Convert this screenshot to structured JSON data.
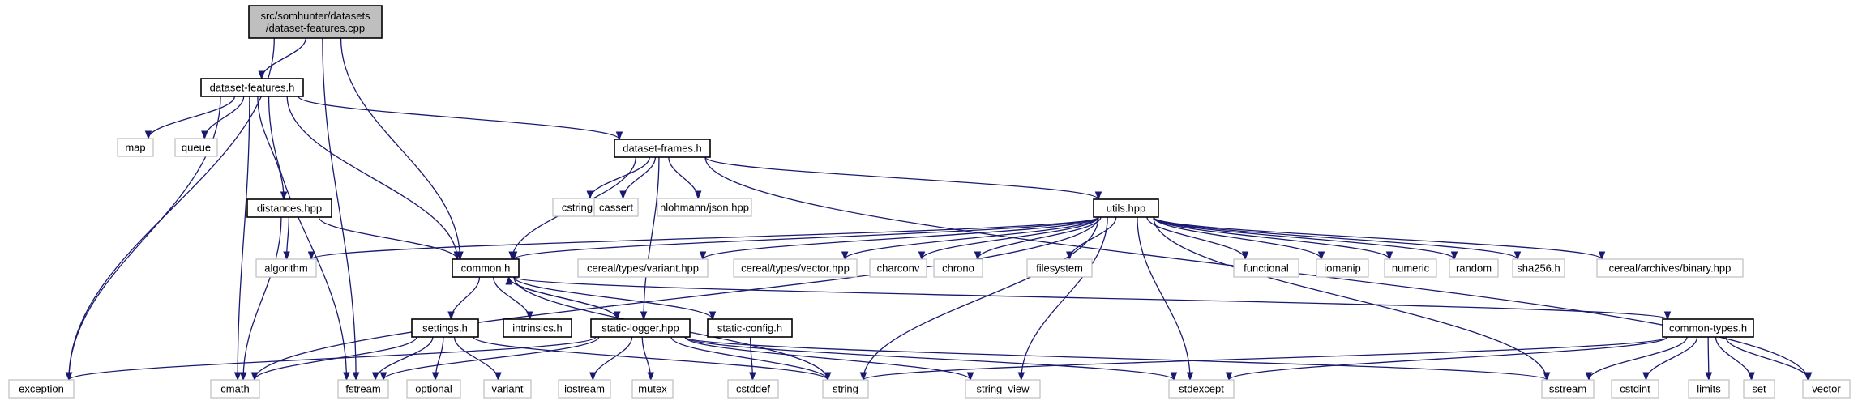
{
  "graph": {
    "colors": {
      "edge": "#191970",
      "root_fill": "#bfbfbf",
      "project_header_border": "#000000",
      "external_header_border": "#bfbfbf"
    },
    "nodes": [
      {
        "id": "root",
        "lines": [
          "src/somhunter/datasets",
          "/dataset-features.cpp"
        ],
        "kind": "root"
      },
      {
        "id": "dataset_features_h",
        "lines": [
          "dataset-features.h"
        ],
        "kind": "project"
      },
      {
        "id": "dataset_frames_h",
        "lines": [
          "dataset-frames.h"
        ],
        "kind": "project"
      },
      {
        "id": "distances_hpp",
        "lines": [
          "distances.hpp"
        ],
        "kind": "project"
      },
      {
        "id": "utils_hpp",
        "lines": [
          "utils.hpp"
        ],
        "kind": "project"
      },
      {
        "id": "common_h",
        "lines": [
          "common.h"
        ],
        "kind": "project"
      },
      {
        "id": "settings_h",
        "lines": [
          "settings.h"
        ],
        "kind": "project"
      },
      {
        "id": "intrinsics_h",
        "lines": [
          "intrinsics.h"
        ],
        "kind": "project"
      },
      {
        "id": "static_logger_hpp",
        "lines": [
          "static-logger.hpp"
        ],
        "kind": "project"
      },
      {
        "id": "static_config_h",
        "lines": [
          "static-config.h"
        ],
        "kind": "project"
      },
      {
        "id": "common_types_h",
        "lines": [
          "common-types.h"
        ],
        "kind": "project"
      },
      {
        "id": "map",
        "lines": [
          "map"
        ],
        "kind": "external"
      },
      {
        "id": "queue",
        "lines": [
          "queue"
        ],
        "kind": "external"
      },
      {
        "id": "cstring",
        "lines": [
          "cstring"
        ],
        "kind": "external"
      },
      {
        "id": "cassert",
        "lines": [
          "cassert"
        ],
        "kind": "external"
      },
      {
        "id": "json_hpp",
        "lines": [
          "nlohmann/json.hpp"
        ],
        "kind": "external"
      },
      {
        "id": "algorithm",
        "lines": [
          "algorithm"
        ],
        "kind": "external"
      },
      {
        "id": "cereal_variant",
        "lines": [
          "cereal/types/variant.hpp"
        ],
        "kind": "external"
      },
      {
        "id": "cereal_vector",
        "lines": [
          "cereal/types/vector.hpp"
        ],
        "kind": "external"
      },
      {
        "id": "charconv",
        "lines": [
          "charconv"
        ],
        "kind": "external"
      },
      {
        "id": "chrono",
        "lines": [
          "chrono"
        ],
        "kind": "external"
      },
      {
        "id": "filesystem",
        "lines": [
          "filesystem"
        ],
        "kind": "external"
      },
      {
        "id": "functional",
        "lines": [
          "functional"
        ],
        "kind": "external"
      },
      {
        "id": "iomanip",
        "lines": [
          "iomanip"
        ],
        "kind": "external"
      },
      {
        "id": "numeric",
        "lines": [
          "numeric"
        ],
        "kind": "external"
      },
      {
        "id": "random",
        "lines": [
          "random"
        ],
        "kind": "external"
      },
      {
        "id": "sha256_h",
        "lines": [
          "sha256.h"
        ],
        "kind": "external"
      },
      {
        "id": "cereal_binary",
        "lines": [
          "cereal/archives/binary.hpp"
        ],
        "kind": "external"
      },
      {
        "id": "exception",
        "lines": [
          "exception"
        ],
        "kind": "external"
      },
      {
        "id": "cmath",
        "lines": [
          "cmath"
        ],
        "kind": "external"
      },
      {
        "id": "fstream",
        "lines": [
          "fstream"
        ],
        "kind": "external"
      },
      {
        "id": "optional",
        "lines": [
          "optional"
        ],
        "kind": "external"
      },
      {
        "id": "variant",
        "lines": [
          "variant"
        ],
        "kind": "external"
      },
      {
        "id": "iostream",
        "lines": [
          "iostream"
        ],
        "kind": "external"
      },
      {
        "id": "mutex",
        "lines": [
          "mutex"
        ],
        "kind": "external"
      },
      {
        "id": "cstddef",
        "lines": [
          "cstddef"
        ],
        "kind": "external"
      },
      {
        "id": "string",
        "lines": [
          "string"
        ],
        "kind": "external"
      },
      {
        "id": "string_view",
        "lines": [
          "string_view"
        ],
        "kind": "external"
      },
      {
        "id": "stdexcept",
        "lines": [
          "stdexcept"
        ],
        "kind": "external"
      },
      {
        "id": "sstream",
        "lines": [
          "sstream"
        ],
        "kind": "external"
      },
      {
        "id": "cstdint",
        "lines": [
          "cstdint"
        ],
        "kind": "external"
      },
      {
        "id": "limits",
        "lines": [
          "limits"
        ],
        "kind": "external"
      },
      {
        "id": "set",
        "lines": [
          "set"
        ],
        "kind": "external"
      },
      {
        "id": "vector",
        "lines": [
          "vector"
        ],
        "kind": "external"
      }
    ],
    "edges": [
      [
        "root",
        "dataset_features_h"
      ],
      [
        "root",
        "exception"
      ],
      [
        "root",
        "fstream"
      ],
      [
        "root",
        "common_h"
      ],
      [
        "dataset_features_h",
        "map"
      ],
      [
        "dataset_features_h",
        "queue"
      ],
      [
        "dataset_features_h",
        "exception"
      ],
      [
        "dataset_features_h",
        "cmath"
      ],
      [
        "dataset_features_h",
        "fstream"
      ],
      [
        "dataset_features_h",
        "distances_hpp"
      ],
      [
        "dataset_features_h",
        "common_h"
      ],
      [
        "dataset_features_h",
        "dataset_frames_h"
      ],
      [
        "dataset_frames_h",
        "cstring"
      ],
      [
        "dataset_frames_h",
        "cassert"
      ],
      [
        "dataset_frames_h",
        "json_hpp"
      ],
      [
        "dataset_frames_h",
        "common_h"
      ],
      [
        "dataset_frames_h",
        "utils_hpp"
      ],
      [
        "dataset_frames_h",
        "vector"
      ],
      [
        "dataset_frames_h",
        "static_logger_hpp"
      ],
      [
        "distances_hpp",
        "algorithm"
      ],
      [
        "distances_hpp",
        "cmath"
      ],
      [
        "distances_hpp",
        "common_h"
      ],
      [
        "utils_hpp",
        "algorithm"
      ],
      [
        "utils_hpp",
        "common_h"
      ],
      [
        "utils_hpp",
        "cereal_variant"
      ],
      [
        "utils_hpp",
        "cereal_vector"
      ],
      [
        "utils_hpp",
        "charconv"
      ],
      [
        "utils_hpp",
        "chrono"
      ],
      [
        "utils_hpp",
        "filesystem"
      ],
      [
        "utils_hpp",
        "functional"
      ],
      [
        "utils_hpp",
        "iomanip"
      ],
      [
        "utils_hpp",
        "numeric"
      ],
      [
        "utils_hpp",
        "random"
      ],
      [
        "utils_hpp",
        "sha256_h"
      ],
      [
        "utils_hpp",
        "cereal_binary"
      ],
      [
        "utils_hpp",
        "cmath"
      ],
      [
        "utils_hpp",
        "string"
      ],
      [
        "utils_hpp",
        "string_view"
      ],
      [
        "utils_hpp",
        "stdexcept"
      ],
      [
        "utils_hpp",
        "sstream"
      ],
      [
        "common_h",
        "settings_h"
      ],
      [
        "common_h",
        "intrinsics_h"
      ],
      [
        "common_h",
        "static_logger_hpp"
      ],
      [
        "common_h",
        "static_config_h"
      ],
      [
        "common_h",
        "common_types_h"
      ],
      [
        "common_h",
        "string"
      ],
      [
        "settings_h",
        "optional"
      ],
      [
        "settings_h",
        "variant"
      ],
      [
        "settings_h",
        "cmath"
      ],
      [
        "settings_h",
        "fstream"
      ],
      [
        "settings_h",
        "string"
      ],
      [
        "static_logger_hpp",
        "common_h"
      ],
      [
        "static_logger_hpp",
        "exception"
      ],
      [
        "static_logger_hpp",
        "fstream"
      ],
      [
        "static_logger_hpp",
        "iostream"
      ],
      [
        "static_logger_hpp",
        "mutex"
      ],
      [
        "static_logger_hpp",
        "string"
      ],
      [
        "static_logger_hpp",
        "string_view"
      ],
      [
        "static_logger_hpp",
        "sstream"
      ],
      [
        "static_logger_hpp",
        "stdexcept"
      ],
      [
        "static_config_h",
        "cstddef"
      ],
      [
        "common_types_h",
        "string"
      ],
      [
        "common_types_h",
        "stdexcept"
      ],
      [
        "common_types_h",
        "sstream"
      ],
      [
        "common_types_h",
        "cstdint"
      ],
      [
        "common_types_h",
        "limits"
      ],
      [
        "common_types_h",
        "set"
      ],
      [
        "common_types_h",
        "vector"
      ]
    ]
  }
}
